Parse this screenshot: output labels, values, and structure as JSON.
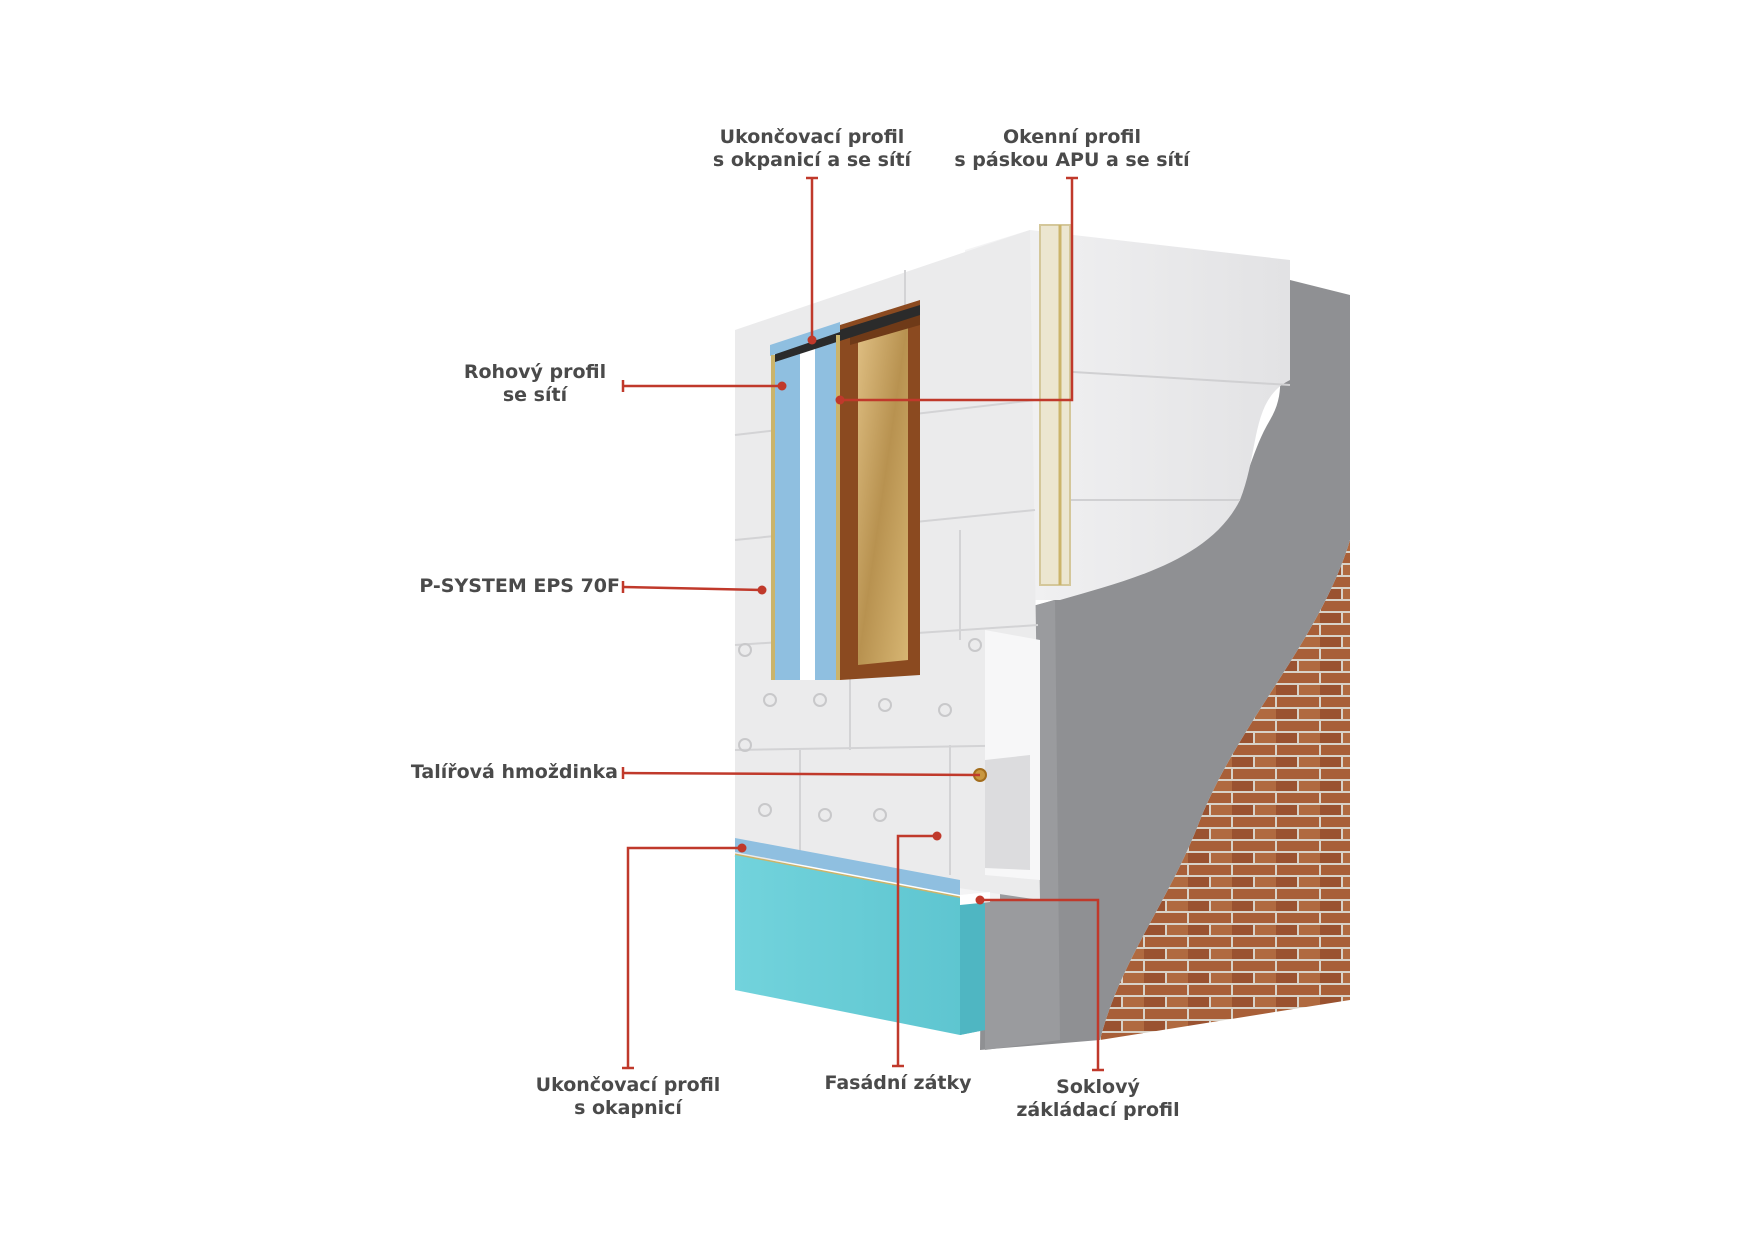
{
  "colors": {
    "leader": "#c0392b",
    "label_text": "#4a4a4a",
    "eps": "#ebebec",
    "xps_plinth": "#6ccfd9",
    "render": "#8f9093",
    "brick": "#a5603a",
    "window_frame": "#8b4a20",
    "glass": "#c9a35e",
    "reveal_blue": "#8fbfe0"
  },
  "labels": {
    "top_profile_drip": {
      "line1": "Ukončovací profil",
      "line2": "s okpanicí a se sítí"
    },
    "window_profile": {
      "line1": "Okenní profil",
      "line2": "s páskou APU a se sítí"
    },
    "corner_profile": {
      "line1": "Rohový profil",
      "line2": "se sítí"
    },
    "eps_board": {
      "line1": "P-SYSTEM EPS 70F"
    },
    "anchor": {
      "line1": "Talířová hmoždinka"
    },
    "bottom_profile_drip": {
      "line1": "Ukončovací profil",
      "line2": "s okapnicí"
    },
    "facade_plugs": {
      "line1": "Fasádní zátky"
    },
    "plinth_profile": {
      "line1": "Soklový",
      "line2": "zákládací profil"
    }
  }
}
